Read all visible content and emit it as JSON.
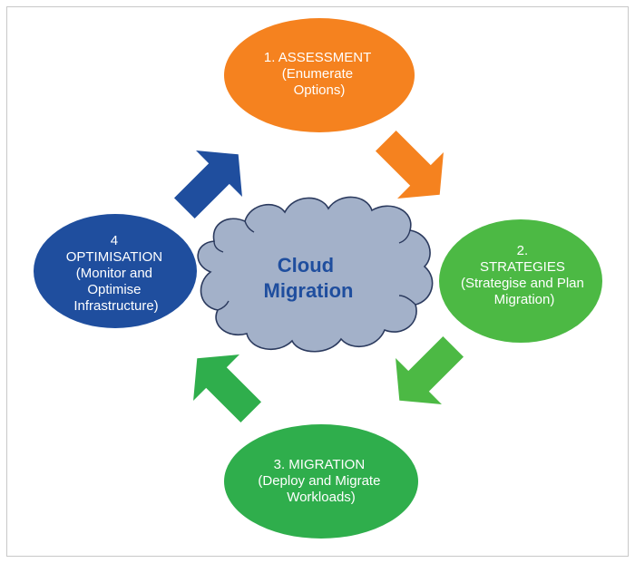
{
  "diagram": {
    "center": {
      "lines": [
        "Cloud",
        "Migration"
      ],
      "fill": "#a3b1c9",
      "stroke": "#2b3a5e",
      "text_color": "#1f4e9e"
    },
    "nodes": [
      {
        "id": "assessment",
        "lines": [
          "1. ASSESSMENT",
          "(Enumerate",
          "Options)"
        ],
        "color": "#f5821f"
      },
      {
        "id": "strategies",
        "lines": [
          "2.",
          "STRATEGIES",
          "(Strategise and Plan",
          "Migration)"
        ],
        "color": "#4cb944"
      },
      {
        "id": "migration",
        "lines": [
          "3. MIGRATION",
          "(Deploy and Migrate",
          "Workloads)"
        ],
        "color": "#2fae4c"
      },
      {
        "id": "optimisation",
        "lines": [
          "4",
          "OPTIMISATION",
          "(Monitor and",
          "Optimise",
          "Infrastructure)"
        ],
        "color": "#1f4e9e"
      }
    ],
    "arrows": [
      {
        "id": "assessment-to-strategies",
        "direction": "down-right",
        "color": "#f5821f"
      },
      {
        "id": "strategies-to-migration",
        "direction": "down-left",
        "color": "#4cb944"
      },
      {
        "id": "migration-to-optimisation",
        "direction": "up-left",
        "color": "#2fae4c"
      },
      {
        "id": "optimisation-to-assessment",
        "direction": "up-right",
        "color": "#1f4e9e"
      }
    ]
  }
}
